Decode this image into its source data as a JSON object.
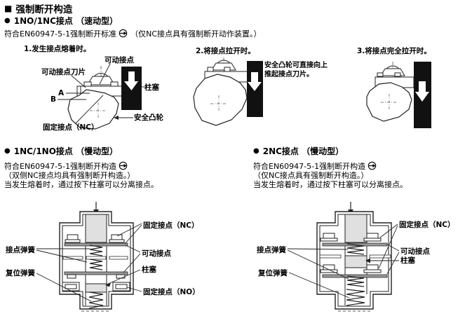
{
  "colors": {
    "text": "#000000",
    "plunger_black": "#111111",
    "plunger_gray": "#e0e0e0",
    "contact_bar_gray": "#999999",
    "background": "#ffffff"
  },
  "header": {
    "marker": "■",
    "title": "强制断开构造"
  },
  "section_quick": {
    "marker": "●",
    "heading": "1NO/1NC接点 （速动型）",
    "standard_text_before": "符合EN60947-5-1强制断开标准",
    "standard_symbol": "positive-opening-symbol",
    "standard_text_after": "（仅NC接点具有强制断开动作装置。）",
    "steps": [
      {
        "caption": "1.发生接点熔着时。"
      },
      {
        "caption": "2.将接点拉开时。",
        "note": "安全凸轮可直接向上推起接点刀片。"
      },
      {
        "caption": "3.将接点完全拉开时。"
      }
    ],
    "diagram_labels": {
      "movable_contact": "可动接点",
      "movable_contact_blade": "可动接点刀片",
      "marker_a": "A",
      "marker_b": "B",
      "plunger": "柱塞",
      "safety_cam": "安全凸轮",
      "fixed_contact_nc": "固定接点（NC）"
    }
  },
  "section_slow_1nc1no": {
    "marker": "●",
    "heading": "1NC/1NO接点 （慢动型）",
    "line1": "符合EN60947-5-1强制断开构造",
    "line2": "（双侧NC接点均具有强制断开构造。）",
    "line3": "当发生熔着时，通过按下柱塞可以分离接点。",
    "diagram_labels": {
      "contact_spring": "接点弹簧",
      "reset_spring": "复位弹簧",
      "fixed_contact_nc": "固定接点（NC）",
      "movable_contact": "可动接点",
      "plunger": "柱塞",
      "fixed_contact_no": "固定接点（NO）"
    }
  },
  "section_slow_2nc": {
    "marker": "●",
    "heading": "2NC接点 （慢动型）",
    "line1": "符合EN60947-5-1强制断开构造",
    "line2": "（仅NC接点具有强制断开构造。）",
    "line3": "当发生熔着时，通过按下柱塞可以分离接点。",
    "diagram_labels": {
      "contact_spring": "接点弹簧",
      "reset_spring": "复位弹簧",
      "fixed_contact_nc": "固定接点（NC）",
      "movable_contact": "可动接点",
      "plunger": "柱塞"
    }
  }
}
